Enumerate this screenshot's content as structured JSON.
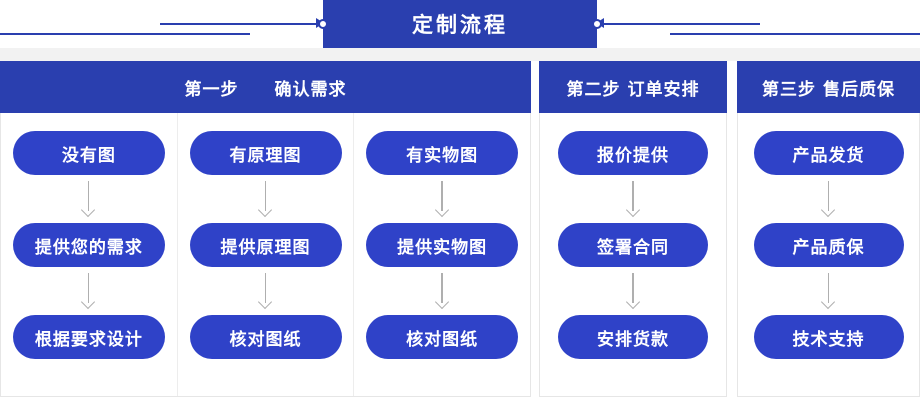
{
  "banner": {
    "title": "定制流程",
    "accent_color": "#2A3FAF"
  },
  "colors": {
    "header_blue": "#2A3FAF",
    "pill_blue": "#2F42C8",
    "band_grey": "#F2F2F2",
    "arrow_grey": "#AFAFAF",
    "divider_grey": "#EDEDED"
  },
  "steps": [
    {
      "header": "第一步　　确认需求",
      "columns": [
        {
          "nodes": [
            "没有图",
            "提供您的需求",
            "根据要求设计"
          ]
        },
        {
          "nodes": [
            "有原理图",
            "提供原理图",
            "核对图纸"
          ]
        },
        {
          "nodes": [
            "有实物图",
            "提供实物图",
            "核对图纸"
          ]
        }
      ]
    },
    {
      "header": "第二步 订单安排",
      "columns": [
        {
          "nodes": [
            "报价提供",
            "签署合同",
            "安排货款"
          ]
        }
      ]
    },
    {
      "header": "第三步 售后质保",
      "columns": [
        {
          "nodes": [
            "产品发货",
            "产品质保",
            "技术支持"
          ]
        }
      ]
    }
  ]
}
